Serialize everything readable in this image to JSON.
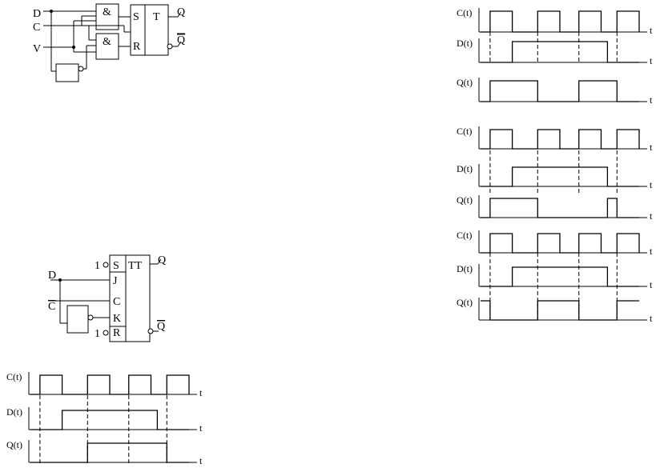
{
  "circuit1": {
    "inputs": [
      "D",
      "C",
      "V"
    ],
    "gate_top": "&",
    "gate_bottom": "&",
    "flipflop": {
      "s": "S",
      "r": "R",
      "type": "T"
    },
    "out_q": "Q",
    "out_qbar": "Q"
  },
  "circuit2": {
    "one_s": "1",
    "one_r": "1",
    "s": "S",
    "j": "J",
    "c": "C",
    "k": "K",
    "r": "R",
    "type": "TT",
    "in_d": "D",
    "in_c": "C",
    "out_q": "Q",
    "out_qbar": "Q"
  },
  "time_label": "t",
  "timing_sets": [
    {
      "id": "top-right",
      "signals": [
        {
          "label": "C(t)",
          "levels": [
            [
              0,
              0
            ],
            [
              0.3,
              1
            ],
            [
              1.0,
              0
            ],
            [
              1.8,
              1
            ],
            [
              2.5,
              0
            ],
            [
              3.1,
              1
            ],
            [
              3.8,
              0
            ],
            [
              4.3,
              1
            ],
            [
              5.0,
              0
            ]
          ]
        },
        {
          "label": "D(t)",
          "levels": [
            [
              0,
              0
            ],
            [
              1.0,
              1
            ],
            [
              4.0,
              0
            ]
          ]
        },
        {
          "label": "Q(t)",
          "levels": [
            [
              0,
              0
            ],
            [
              0.3,
              1
            ],
            [
              1.8,
              0
            ],
            [
              3.1,
              1
            ],
            [
              4.3,
              0
            ]
          ]
        }
      ]
    },
    {
      "id": "middle-right",
      "signals": [
        {
          "label": "C(t)",
          "levels": [
            [
              0,
              0
            ],
            [
              0.3,
              1
            ],
            [
              1.0,
              0
            ],
            [
              1.8,
              1
            ],
            [
              2.5,
              0
            ],
            [
              3.1,
              1
            ],
            [
              3.8,
              0
            ],
            [
              4.3,
              1
            ],
            [
              5.0,
              0
            ]
          ]
        },
        {
          "label": "D(t)",
          "levels": [
            [
              0,
              0
            ],
            [
              1.0,
              1
            ],
            [
              4.0,
              0
            ]
          ]
        },
        {
          "label": "Q(t)",
          "levels": [
            [
              0,
              0
            ],
            [
              0.3,
              1
            ],
            [
              1.8,
              0
            ],
            [
              4.0,
              1
            ],
            [
              4.3,
              0
            ]
          ]
        }
      ]
    },
    {
      "id": "lower-right",
      "signals": [
        {
          "label": "C(t)",
          "levels": [
            [
              0,
              0
            ],
            [
              0.3,
              1
            ],
            [
              1.0,
              0
            ],
            [
              1.8,
              1
            ],
            [
              2.5,
              0
            ],
            [
              3.1,
              1
            ],
            [
              3.8,
              0
            ],
            [
              4.3,
              1
            ],
            [
              5.0,
              0
            ]
          ]
        },
        {
          "label": "D(t)",
          "levels": [
            [
              0,
              0
            ],
            [
              1.0,
              1
            ],
            [
              4.0,
              0
            ]
          ]
        },
        {
          "label": "Q(t)",
          "levels": [
            [
              0,
              1
            ],
            [
              0.3,
              0
            ],
            [
              1.8,
              1
            ],
            [
              3.1,
              0
            ],
            [
              4.3,
              1
            ]
          ]
        }
      ]
    },
    {
      "id": "bottom-left",
      "signals": [
        {
          "label": "C(t)",
          "levels": [
            [
              0,
              0
            ],
            [
              0.3,
              1
            ],
            [
              1.0,
              0
            ],
            [
              1.8,
              1
            ],
            [
              2.5,
              0
            ],
            [
              3.1,
              1
            ],
            [
              3.8,
              0
            ],
            [
              4.3,
              1
            ],
            [
              5.0,
              0
            ]
          ]
        },
        {
          "label": "D(t)",
          "levels": [
            [
              0,
              0
            ],
            [
              1.0,
              1
            ],
            [
              4.0,
              0
            ]
          ]
        },
        {
          "label": "Q(t)",
          "levels": [
            [
              0,
              0
            ],
            [
              1.8,
              1
            ],
            [
              4.3,
              0
            ]
          ]
        }
      ]
    }
  ]
}
